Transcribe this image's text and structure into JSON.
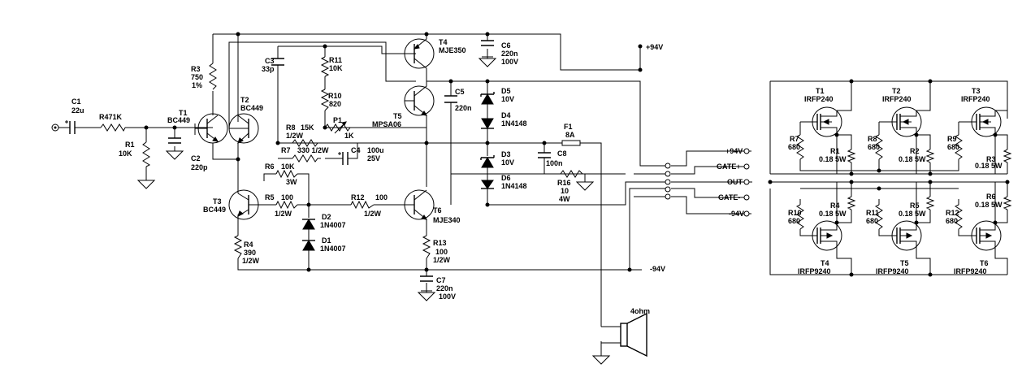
{
  "labels": {
    "c1": "C1",
    "c1_val": "22u",
    "r47": "R471K",
    "r1": "R1",
    "r1_val": "10K",
    "t1": "T1",
    "t1_type": "BC449",
    "c2": "C2",
    "c2_val": "220p",
    "r3": "R3",
    "r3_val": "750",
    "r3_tol": "1%",
    "t2": "T2",
    "t2_type": "BC449",
    "c3": "C3",
    "c3_val": "33p",
    "r11": "R11",
    "r11_val": "10K",
    "r10": "R10",
    "r10_val": "820",
    "p1": "P1",
    "p1_val": "1K",
    "t4": "T4",
    "t4_type": "MJE350",
    "t5": "T5",
    "t5_type": "MPSA06",
    "c6": "C6",
    "c6_val": "220n",
    "c6_v": "100V",
    "c5": "C5",
    "c5_val": "220n",
    "d5": "D5",
    "d5_val": "10V",
    "d4": "D4",
    "d4_val": "1N4148",
    "d3": "D3",
    "d3_val": "10V",
    "d6": "D6",
    "d6_val": "1N4148",
    "r8": "R8",
    "r8_val": "15K",
    "r8_w": "1/2W",
    "r7": "R7",
    "r7_val": "330 1/2W",
    "c4": "C4",
    "c4_val": "100u",
    "c4_v": "25V",
    "r6": "R6",
    "r6_val": "10K",
    "r6_w": "3W",
    "t3": "T3",
    "t3_type": "BC449",
    "r5": "R5",
    "r5_val": "100",
    "r5_w": "1/2W",
    "d2": "D2",
    "d2_val": "1N4007",
    "d1": "D1",
    "d1_val": "1N4007",
    "r4": "R4",
    "r4_val": "390",
    "r4_w": "1/2W",
    "r12": "R12",
    "r12_val": "100",
    "r12_w": "1/2W",
    "t6": "T6",
    "t6_type": "MJE340",
    "r13": "R13",
    "r13_val": "100",
    "r13_w": "1/2W",
    "c7": "C7",
    "c7_val": "220n",
    "c7_v": "100V",
    "f1": "F1",
    "f1_val": "8A",
    "c8": "C8",
    "c8_val": "100n",
    "r16": "R16",
    "r16_val": "10",
    "r16_w": "4W",
    "speaker": "4ohm",
    "plus94": "+94V",
    "minus94": "-94V",
    "conn_p94": "+94V",
    "conn_gp": "GATE+",
    "conn_out": "OUT",
    "conn_gm": "GATE-",
    "conn_m94": "-94V",
    "out_t1": "T1",
    "out_t2": "T2",
    "out_t3": "T3",
    "out_n_type": "IRFP240",
    "out_t4": "T4",
    "out_t5": "T5",
    "out_t6": "T6",
    "out_p_type": "IRFP9240",
    "out_r7": "R7",
    "out_r8": "R8",
    "out_r9": "R9",
    "out_r10": "R10",
    "out_r11": "R11",
    "out_r12": "R12",
    "out_gate_r_val": "680",
    "out_r1": "R1",
    "out_r2": "R2",
    "out_r3": "R3",
    "out_r4": "R4",
    "out_r5": "R5",
    "out_r6": "R6",
    "out_src_r_val": "0.18 5W"
  }
}
